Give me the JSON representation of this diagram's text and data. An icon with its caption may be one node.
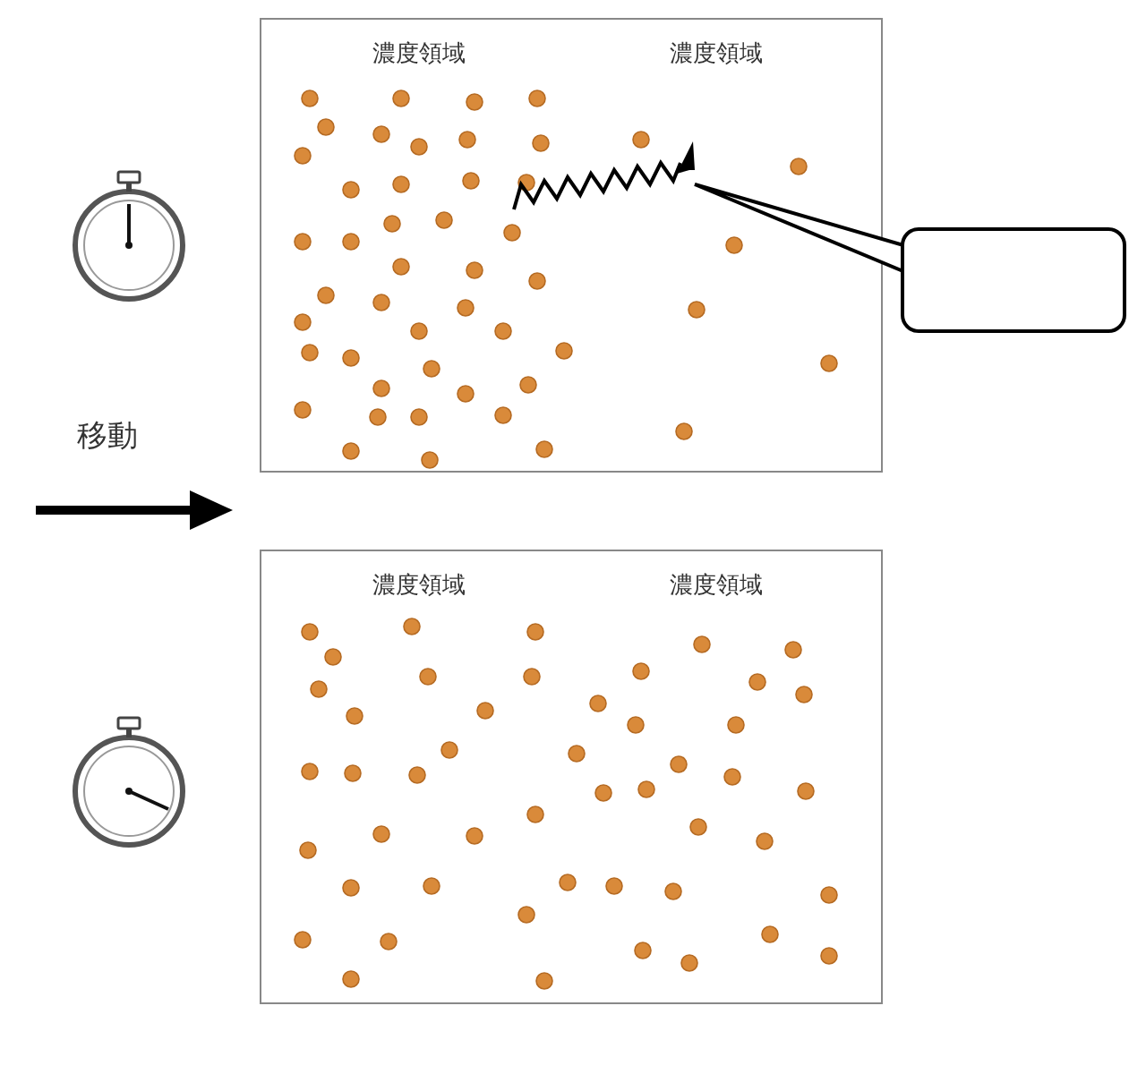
{
  "diagram": {
    "nodes": [
      {
        "text": [
          "濃度領域",
          "濃度領域"
        ]
      },
      {
        "text": [],
        "shape": "box"
      },
      {
        "text": [
          "濃度領域",
          "濃度領域"
        ]
      }
    ],
    "labels": [
      "移動"
    ]
  }
}
